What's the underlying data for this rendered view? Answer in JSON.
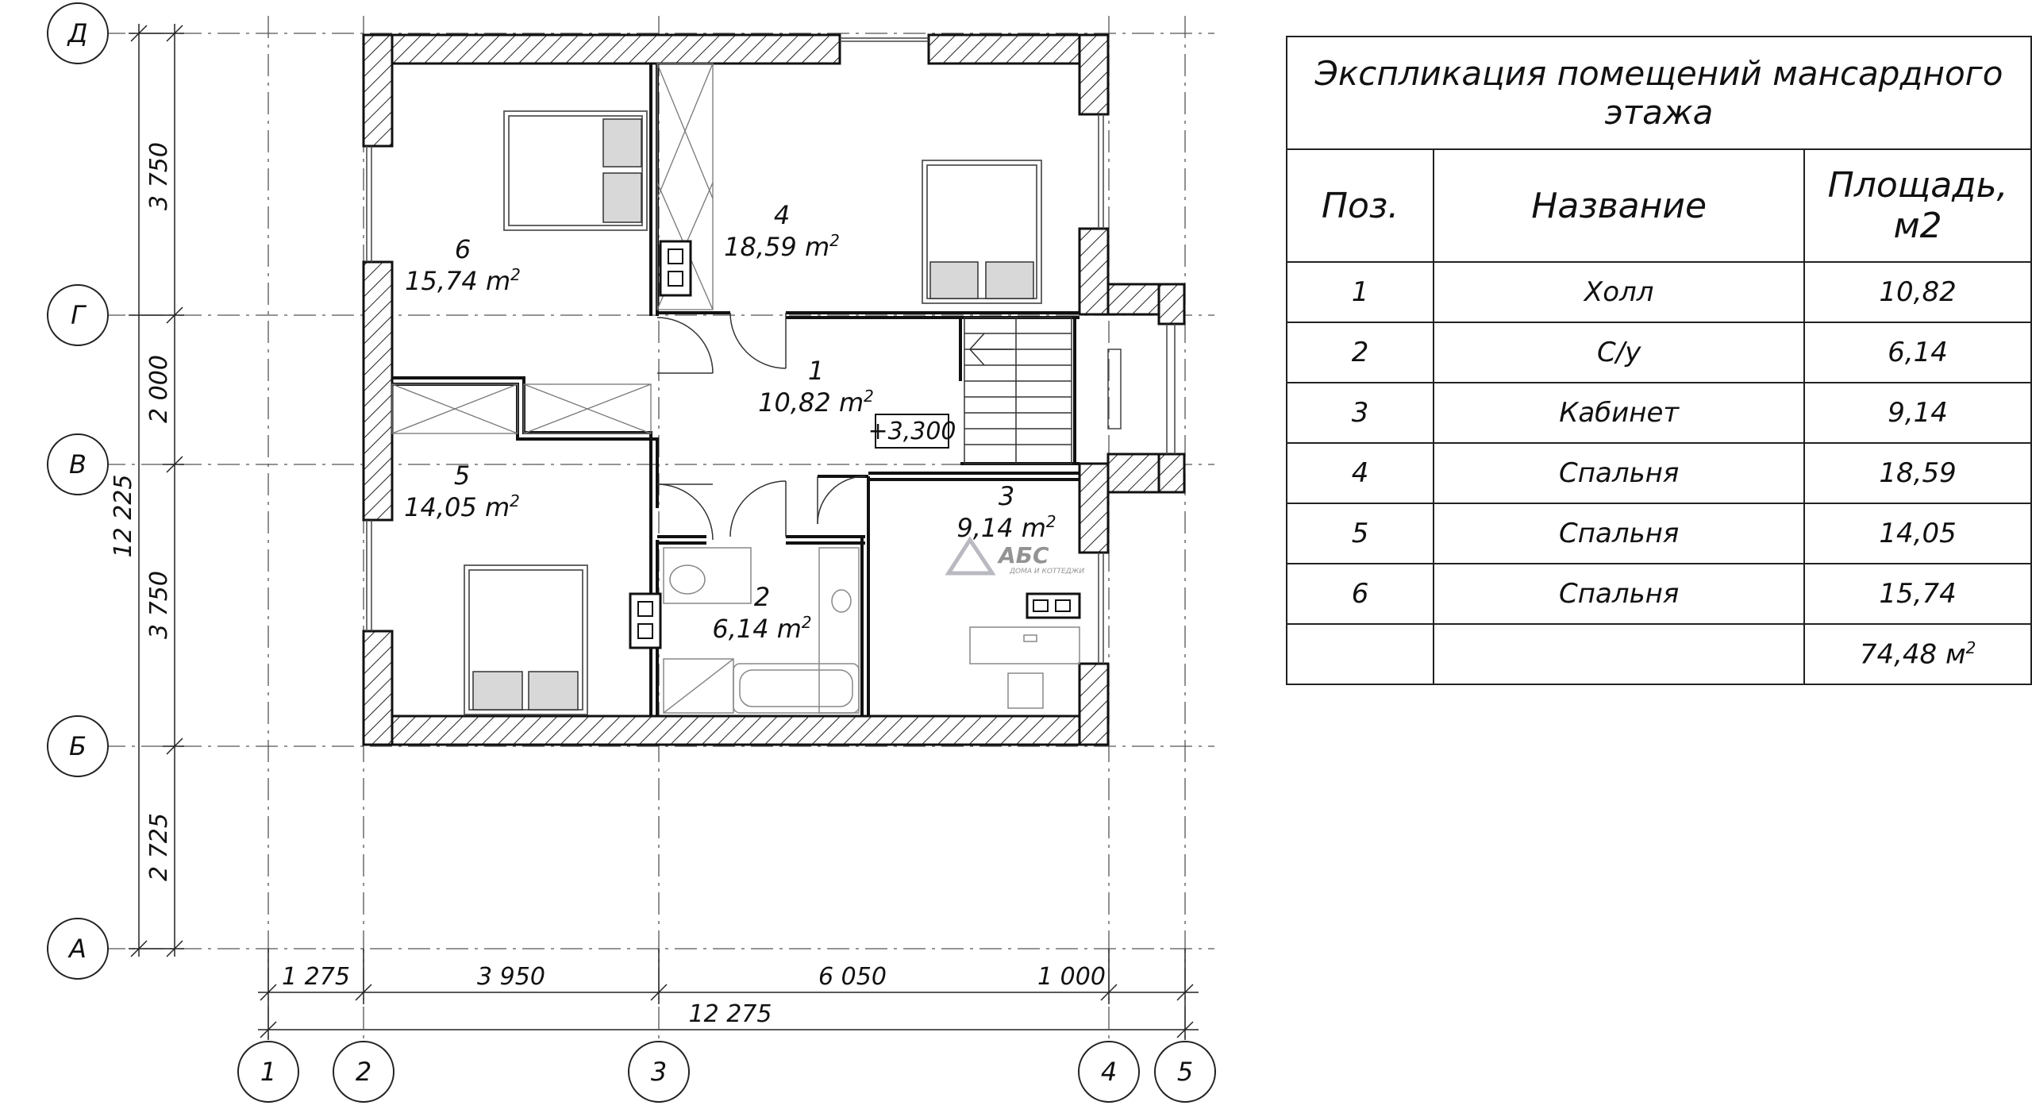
{
  "axes": {
    "letters": [
      "Д",
      "Г",
      "В",
      "Б",
      "А"
    ],
    "numbers": [
      "1",
      "2",
      "3",
      "4",
      "5"
    ]
  },
  "dims": {
    "vertical": [
      "3 750",
      "2 000",
      "3 750",
      "2 725"
    ],
    "vertical_total": "12 225",
    "horizontal": [
      "1 275",
      "3 950",
      "6 050",
      "1 000"
    ],
    "horizontal_total": "12 275"
  },
  "rooms": [
    {
      "num": "1",
      "area": "10,82 m",
      "sup": "2"
    },
    {
      "num": "2",
      "area": "6,14 m",
      "sup": "2"
    },
    {
      "num": "3",
      "area": "9,14 m",
      "sup": "2"
    },
    {
      "num": "4",
      "area": "18,59 m",
      "sup": "2"
    },
    {
      "num": "5",
      "area": "14,05 m",
      "sup": "2"
    },
    {
      "num": "6",
      "area": "15,74 m",
      "sup": "2"
    }
  ],
  "level_mark": "+3,300",
  "watermark": {
    "brand": "АБС",
    "tagline": "ДОМА И КОТТЕДЖИ"
  },
  "table": {
    "title": "Экспликация помещений мансардного этажа",
    "headers": {
      "pos": "Поз.",
      "name": "Название",
      "area": "Площадь, м2"
    },
    "rows": [
      {
        "pos": "1",
        "name": "Холл",
        "area": "10,82"
      },
      {
        "pos": "2",
        "name": "С/у",
        "area": "6,14"
      },
      {
        "pos": "3",
        "name": "Кабинет",
        "area": "9,14"
      },
      {
        "pos": "4",
        "name": "Спальня",
        "area": "18,59"
      },
      {
        "pos": "5",
        "name": "Спальня",
        "area": "14,05"
      },
      {
        "pos": "6",
        "name": "Спальня",
        "area": "15,74"
      }
    ],
    "total": {
      "pos": "",
      "name": "",
      "area": "74,48 м",
      "sup": "2"
    }
  }
}
